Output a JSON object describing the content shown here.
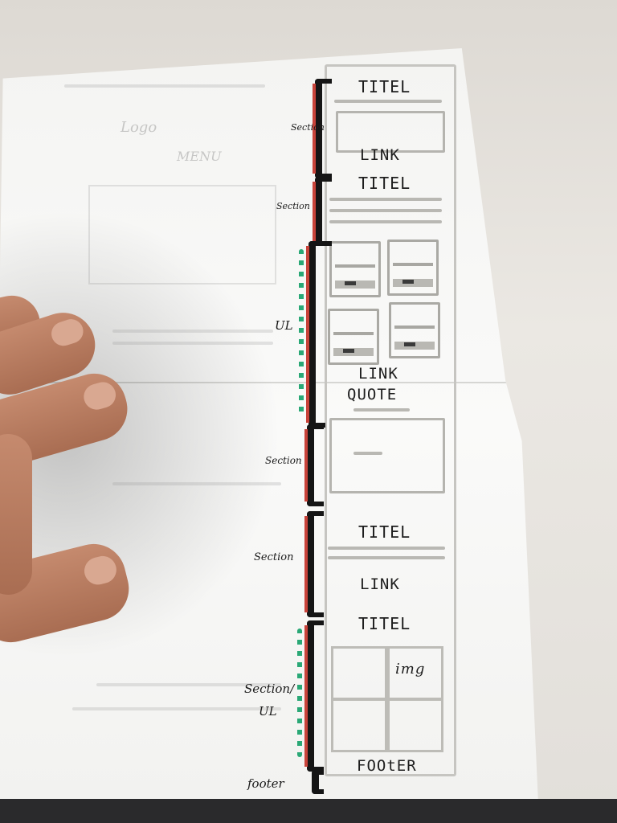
{
  "sketch": {
    "titel": "TITEL",
    "link": "LINK",
    "quote": "QUOTE",
    "img": "img",
    "footer": "FOOtER"
  },
  "labels": {
    "section": "Section",
    "ul": "UL",
    "section_ul_line1": "Section/",
    "section_ul_line2": "UL",
    "footer": "footer"
  },
  "ghost": {
    "logo": "Logo",
    "menu": "MENU"
  },
  "colors": {
    "ink": "#1d1d1d",
    "red_marker": "#c8433a",
    "green_marker": "#2aa876",
    "pencil_gray": "#b9b8b3"
  }
}
